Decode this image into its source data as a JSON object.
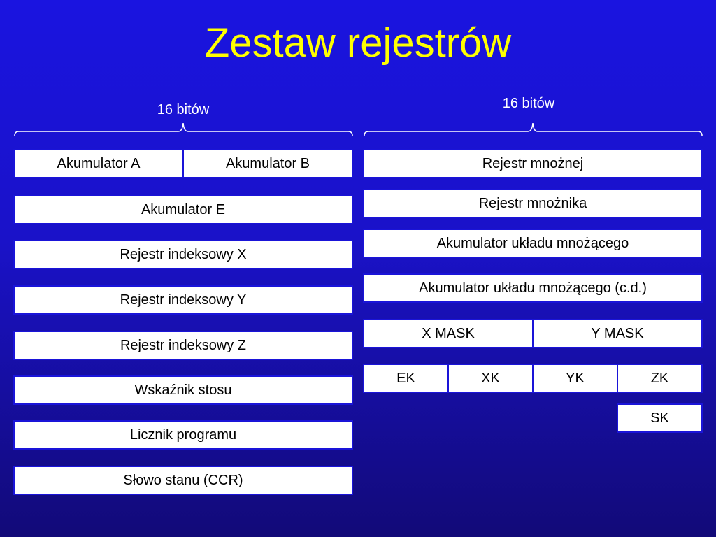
{
  "title": "Zestaw rejestrów",
  "left_column": {
    "width_label": "16 bitów",
    "rows": [
      {
        "cells": [
          "Akumulator A",
          "Akumulator B"
        ]
      },
      {
        "cells": [
          "Akumulator E"
        ]
      },
      {
        "cells": [
          "Rejestr indeksowy X"
        ]
      },
      {
        "cells": [
          "Rejestr indeksowy Y"
        ]
      },
      {
        "cells": [
          "Rejestr indeksowy Z"
        ]
      },
      {
        "cells": [
          "Wskaźnik stosu"
        ]
      },
      {
        "cells": [
          "Licznik programu"
        ]
      },
      {
        "cells": [
          "Słowo stanu (CCR)"
        ]
      }
    ]
  },
  "right_column": {
    "width_label": "16 bitów",
    "rows": [
      {
        "cells": [
          "Rejestr mnożnej"
        ]
      },
      {
        "cells": [
          "Rejestr mnożnika"
        ]
      },
      {
        "cells": [
          "Akumulator układu mnożącego"
        ]
      },
      {
        "cells": [
          "Akumulator układu mnożącego (c.d.)"
        ]
      },
      {
        "cells": [
          "X MASK",
          "Y MASK"
        ]
      },
      {
        "cells": [
          "EK",
          "XK",
          "YK",
          "ZK"
        ]
      },
      {
        "cells": [
          "SK"
        ]
      }
    ]
  },
  "colors": {
    "background": "#1a14e0",
    "title": "#ffff00",
    "box_fill": "#ffffff",
    "box_border": "#1a14d8"
  }
}
